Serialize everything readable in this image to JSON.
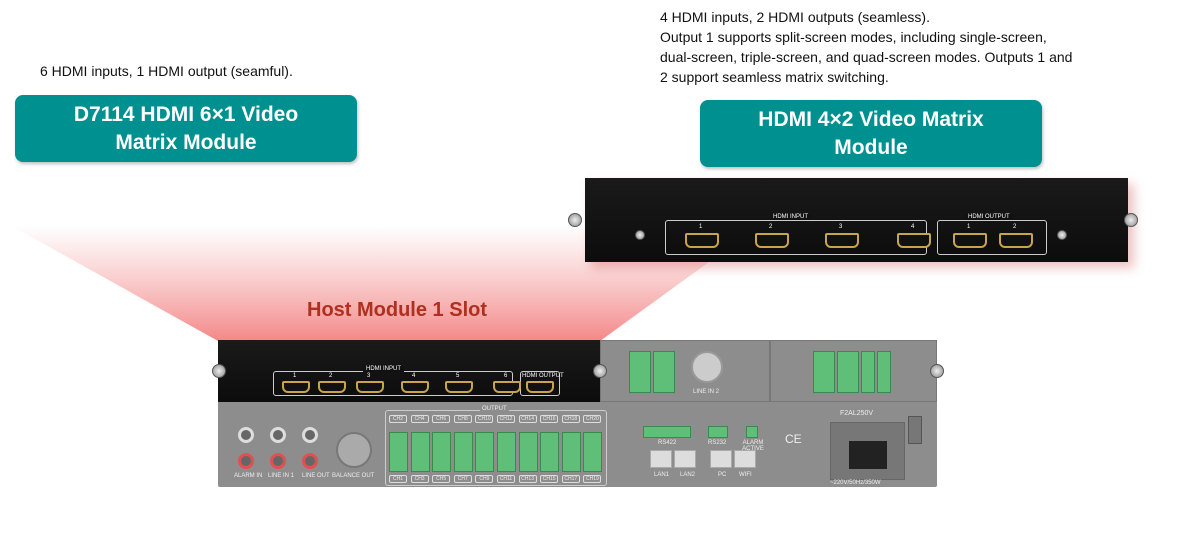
{
  "left_module": {
    "caption": "6 HDMI inputs, 1 HDMI output (seamful).",
    "title": "D7114 HDMI 6×1 Video Matrix Module",
    "panel": {
      "input_label": "HDMI INPUT",
      "output_label": "HDMI OUTPUT",
      "input_numbers": [
        "1",
        "2",
        "3",
        "4",
        "5",
        "6"
      ]
    }
  },
  "right_module": {
    "caption_lines": [
      "4 HDMI inputs, 2 HDMI outputs (seamless).",
      "Output 1 supports split-screen modes, including single-screen,",
      "dual-screen, triple-screen, and quad-screen modes. Outputs 1 and",
      "2 support seamless matrix switching."
    ],
    "title": "HDMI 4×2 Video Matrix Module",
    "panel": {
      "input_label": "HDMI INPUT",
      "output_label": "HDMI OUTPUT",
      "input_numbers": [
        "1",
        "2",
        "3",
        "4"
      ],
      "output_numbers": [
        "1",
        "2"
      ]
    }
  },
  "host": {
    "title": "Host Module 1 Slot",
    "labels": {
      "alarm_in": "ALARM IN",
      "line_in_1": "LINE IN 1",
      "line_out": "LINE OUT",
      "balance_out": "BALANCE OUT",
      "output": "OUTPUT",
      "line_in_2": "LINE IN 2",
      "rs422": "RS422",
      "rs232": "RS232",
      "alarm_active": "ALARM ACTIVE",
      "lan1": "LAN1",
      "lan2": "LAN2",
      "pc": "PC",
      "wifi": "WIFI",
      "fuse": "F2AL250V",
      "power": "~220V/50Hz/350W"
    },
    "channels_top": [
      "CH2",
      "CH4",
      "CH6",
      "CH8",
      "CH10",
      "CH12",
      "CH14",
      "CH16",
      "CH18",
      "CH20"
    ],
    "channels_bottom": [
      "CH1",
      "CH3",
      "CH5",
      "CH7",
      "CH9",
      "CH11",
      "CH13",
      "CH15",
      "CH17",
      "CH19"
    ]
  },
  "colors": {
    "teal": "#009090",
    "host_title": "#b0301f",
    "highlight": "#f08080"
  }
}
